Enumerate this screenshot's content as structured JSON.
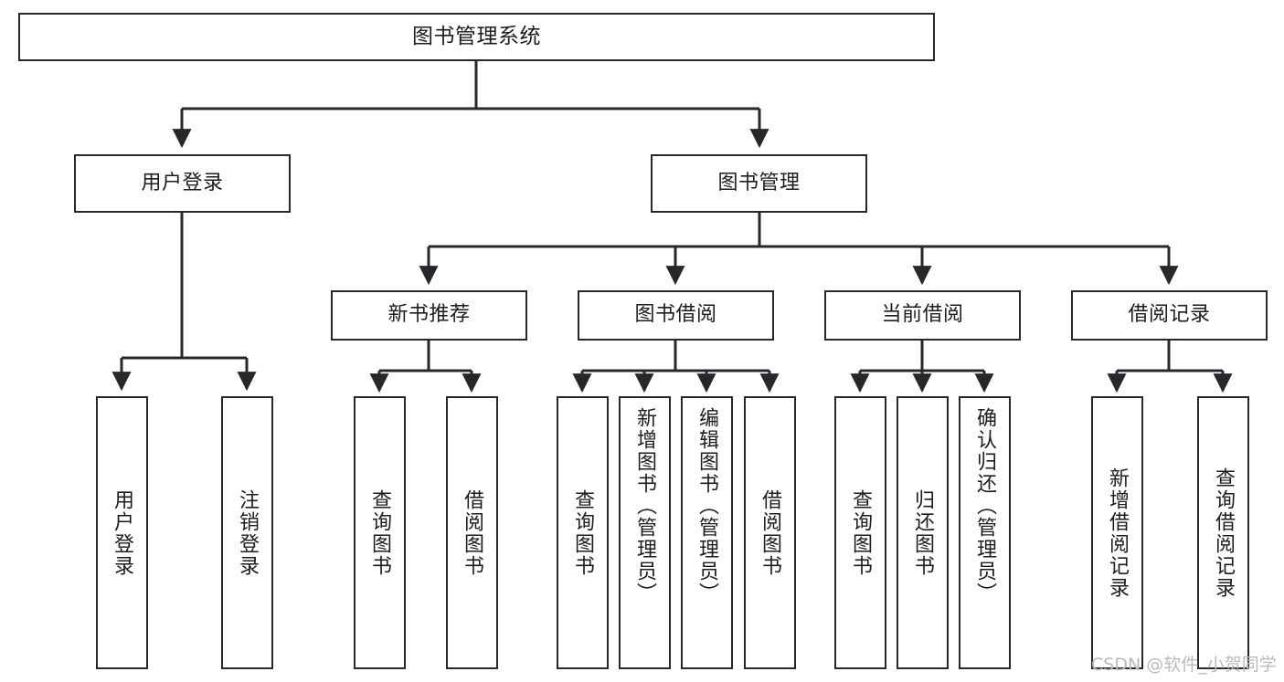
{
  "diagram": {
    "title": "图书管理系统",
    "type": "hierarchy-tree",
    "colors": {
      "box_border": "#26282b",
      "box_fill": "#ffffff",
      "edge": "#26282b",
      "text": "#1b1d1f",
      "watermark": "#b9bbbd",
      "background": "#ffffff"
    },
    "levels": {
      "root": {
        "label": "图书管理系统"
      },
      "level2": [
        {
          "label": "用户登录"
        },
        {
          "label": "图书管理"
        }
      ],
      "level3": [
        {
          "label": "新书推荐"
        },
        {
          "label": "图书借阅"
        },
        {
          "label": "当前借阅"
        },
        {
          "label": "借阅记录"
        }
      ],
      "leaves": {
        "user_login": [
          {
            "label": "用户登录"
          },
          {
            "label": "注销登录"
          }
        ],
        "new_book": [
          {
            "label": "查询图书"
          },
          {
            "label": "借阅图书"
          }
        ],
        "book_borrow": [
          {
            "label": "查询图书"
          },
          {
            "label": "新增图书（管理员）"
          },
          {
            "label": "编辑图书（管理员）"
          },
          {
            "label": "借阅图书"
          }
        ],
        "current_borrow": [
          {
            "label": "查询图书"
          },
          {
            "label": "归还图书"
          },
          {
            "label": "确认归还（管理员）"
          }
        ],
        "borrow_record": [
          {
            "label": "新增借阅记录"
          },
          {
            "label": "查询借阅记录"
          }
        ]
      }
    }
  },
  "watermark": {
    "text": "CSDN @软件_小贺同学"
  }
}
